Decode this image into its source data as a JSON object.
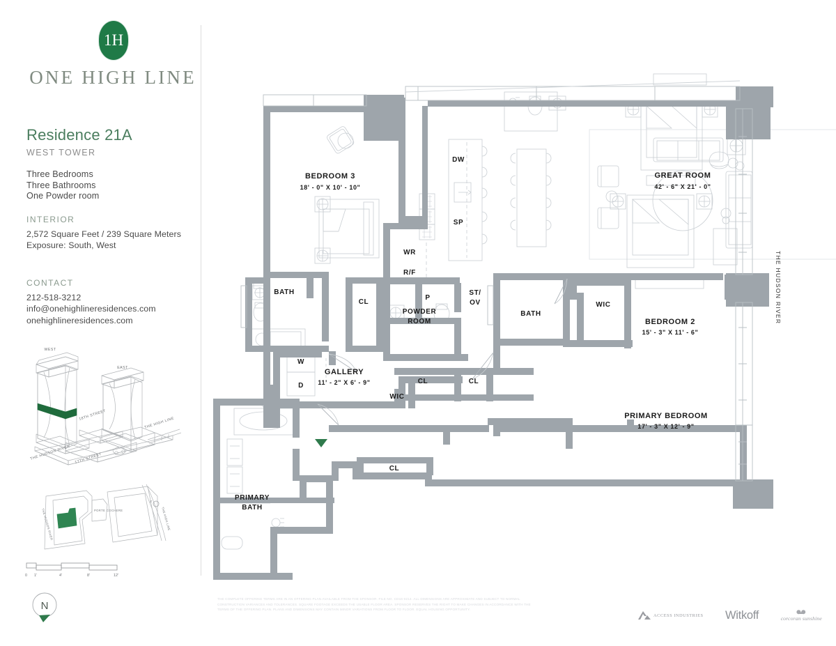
{
  "brand": {
    "monogram": "1H",
    "name": "ONE HIGH LINE",
    "logo_color": "#1f7a47"
  },
  "residence": {
    "title": "Residence 21A",
    "tower": "WEST TOWER",
    "specs": [
      "Three Bedrooms",
      "Three Bathrooms",
      "One Powder room"
    ],
    "interior_heading": "INTERIOR",
    "square_footage": "2,572 Square Feet / 239 Square Meters",
    "exposure": "Exposure: South, West",
    "title_color": "#4a7d5e"
  },
  "contact": {
    "heading": "CONTACT",
    "phone": "212-518-3212",
    "email": "info@onehighlineresidences.com",
    "website": "onehighlineresidences.com"
  },
  "massing": {
    "west_label": "WEST",
    "east_label": "EAST",
    "street_18": "18TH STREET",
    "street_17": "17TH STREET",
    "river": "THE HUDSON RIVER",
    "highline": "THE HIGH LINE",
    "highlight_color": "#1f6b3c"
  },
  "siteplan": {
    "river": "THE HUDSON RIVER",
    "highline": "THE HIGH LINE",
    "porte_cochere": "PORTE COCHERE",
    "north": "N",
    "unit_color": "#2f8552"
  },
  "scalebar": {
    "ticks": [
      "0",
      "1'",
      "4'",
      "8'",
      "12'"
    ]
  },
  "compass": {
    "letter": "N",
    "arrow_color": "#2f7a4c"
  },
  "floorplan": {
    "edge_label_river": "THE HUDSON RIVER",
    "rooms": [
      {
        "name": "BEDROOM 3",
        "dims": "18' - 0\" X 10' - 10\""
      },
      {
        "name": "GREAT ROOM",
        "dims": "42' - 6\" X 21' - 0\""
      },
      {
        "name": "BEDROOM 2",
        "dims": "15' - 3\" X 11' - 6\""
      },
      {
        "name": "PRIMARY BEDROOM",
        "dims": "17' - 3\" X 12' - 9\""
      },
      {
        "name": "GALLERY",
        "dims": "11' - 2\" X 6' - 9\""
      },
      {
        "name": "PRIMARY BATH",
        "dims": ""
      },
      {
        "name": "POWDER ROOM",
        "dims": ""
      }
    ],
    "labels": {
      "bedroom3": "BEDROOM 3",
      "bedroom3_dims": "18' - 0\" X 10' - 10\"",
      "great_room": "GREAT ROOM",
      "great_room_dims": "42' - 6\" X 21' - 0\"",
      "bedroom2": "BEDROOM 2",
      "bedroom2_dims": "15' - 3\" X 11' - 6\"",
      "primary_bedroom": "PRIMARY BEDROOM",
      "primary_bedroom_dims": "17' - 3\" X 12' - 9\"",
      "gallery": "GALLERY",
      "gallery_dims": "11' - 2\" X 6' - 9\"",
      "primary_bath_l1": "PRIMARY",
      "primary_bath_l2": "BATH",
      "powder_l1": "POWDER",
      "powder_l2": "ROOM",
      "bath_left": "BATH",
      "bath_right": "BATH",
      "wic_upper": "WIC",
      "wic_lower": "WIC",
      "cl_hall": "CL",
      "cl_gallery_1": "CL",
      "cl_gallery_2": "CL",
      "cl_primary": "CL",
      "washer": "W",
      "dryer": "D",
      "dishwasher": "DW",
      "sink_prep": "SP",
      "wine_refrigerator": "WR",
      "refrigerator_freezer": "R/F",
      "pantry": "P",
      "steam_oven": "ST/\nOV",
      "steam_oven_l1": "ST/",
      "steam_oven_l2": "OV"
    },
    "colors": {
      "wall": "#9ea5ab",
      "wall_light": "#b9c0c5",
      "furniture_stroke": "#c9ced3",
      "text": "#1a1a1a",
      "entry_marker": "#2f7a4c"
    }
  },
  "footer": {
    "disclaimer": "THE COMPLETE OFFERING TERMS ARE IN AN OFFERING PLAN AVAILABLE FROM THE SPONSOR. FILE NO. CD16-0214. ALL DIMENSIONS ARE APPROXIMATE AND SUBJECT TO NORMAL CONSTRUCTION VARIANCES AND TOLERANCES. SQUARE FOOTAGE EXCEEDS THE USABLE FLOOR AREA. SPONSOR RESERVES THE RIGHT TO MAKE CHANGES IN ACCORDANCE WITH THE TERMS OF THE OFFERING PLAN. PLANS AND DIMENSIONS MAY CONTAIN MINOR VARIATIONS FROM FLOOR TO FLOOR. EQUAL HOUSING OPPORTUNITY.",
    "logos": [
      {
        "name": "ACCESS INDUSTRIES"
      },
      {
        "name": "Witkoff"
      },
      {
        "name": "corcoran sunshine"
      }
    ]
  }
}
